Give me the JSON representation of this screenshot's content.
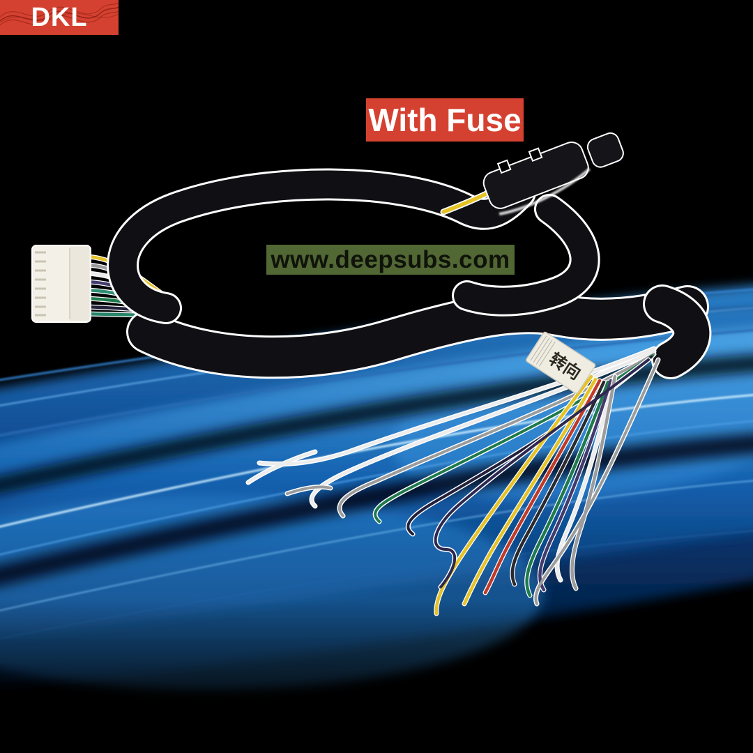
{
  "brand": {
    "logo_text": "DKL",
    "banner_bg": "#d54130",
    "wave_color": "#7a150c",
    "text_color": "#ffffff"
  },
  "overlays": {
    "fuse_label": {
      "text": "With Fuse",
      "bg_color": "#d54130",
      "text_color": "#ffffff"
    },
    "watermark": {
      "text": "www.deepsubs.com",
      "band_color": "rgba(104,132,66,0.78)",
      "text_color": "#10130a"
    }
  },
  "product": {
    "cable_tag": {
      "text": "转向"
    },
    "connector_color": "#f3f0e8",
    "sleeve_color": "#101014",
    "fuse_holder_color": "#141419",
    "outline_color": "#ffffff",
    "wire_colors": [
      "#e5c226",
      "#c13a28",
      "#1f7a4e",
      "#2e8f74",
      "#433a6e",
      "#22203a",
      "#ececec",
      "#9c9c9c",
      "#2a2a30"
    ]
  },
  "background": {
    "base": "#000000",
    "streak_blue_deep": "#0c4a96",
    "streak_blue_bright": "#2f8ad8",
    "streak_highlight": "#cfeeff"
  }
}
